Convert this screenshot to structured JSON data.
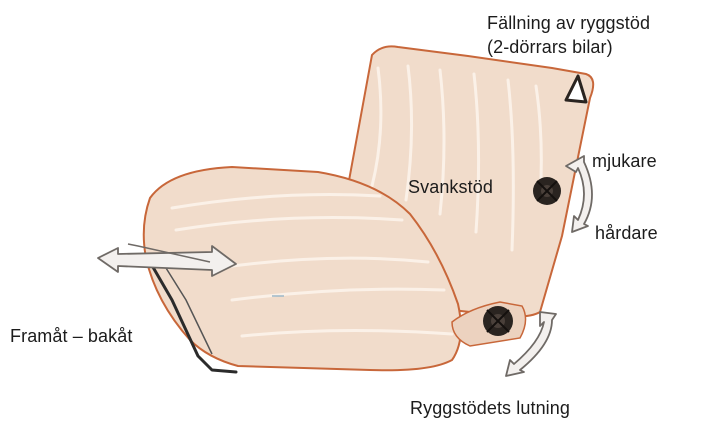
{
  "labels": {
    "backrest_fold_line1": "Fällning av ryggstöd",
    "backrest_fold_line2": "(2-dörrars bilar)",
    "lumbar_support": "Svankstöd",
    "softer": "mjukare",
    "harder": "hårdare",
    "forward_backward": "Framåt – bakåt",
    "backrest_tilt": "Ryggstödets lutning"
  },
  "colors": {
    "background": "#ffffff",
    "seat_fill": "#f1dccb",
    "seat_outline": "#c8673a",
    "seat_stitch": "#fbf1e8",
    "arrow_fill": "#f3f0ee",
    "arrow_outline": "#6f6a66",
    "knob": "#2a2420",
    "text": "#1c1c1c"
  },
  "icons": {
    "fold_lever": "fold-lever-icon",
    "lumbar_knob": "lumbar-knob-icon",
    "tilt_knob": "tilt-knob-icon",
    "lumbar_arrow": "curved-double-arrow-icon",
    "tilt_arrow": "curved-double-arrow-icon",
    "slide_arrows": "double-arrow-icon"
  }
}
